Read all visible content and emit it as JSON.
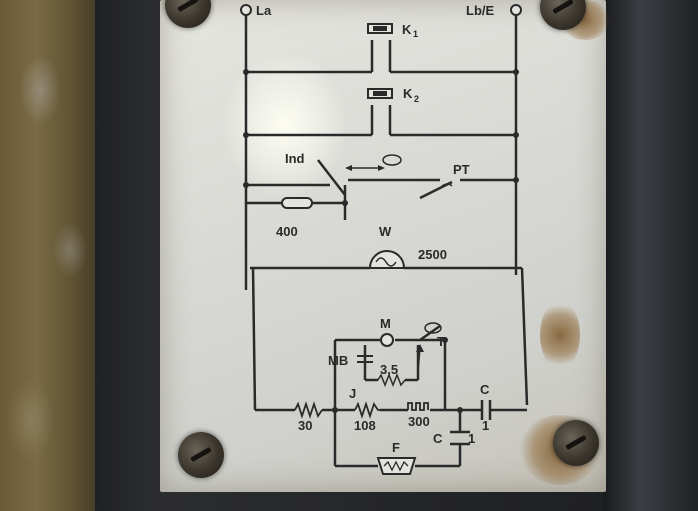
{
  "photo": {
    "subject": "",
    "terminals": {
      "left": "La",
      "right": "Lb/E"
    },
    "components": {
      "k1": {
        "letter": "K",
        "sub": "1"
      },
      "k2": {
        "letter": "K",
        "sub": "2"
      },
      "ind": "Ind",
      "pt": "PT",
      "r400": "400",
      "w": "W",
      "r2500": "2500",
      "m": "M",
      "mb": "MB",
      "t": "T",
      "r35": "3,5",
      "j": "J",
      "c_top": "C",
      "c_top_val": "1",
      "r30": "30",
      "r108": "108",
      "r300": "300",
      "f": "F",
      "c_bottom": "C",
      "c_bottom_val": "1"
    },
    "colors": {
      "plate": "#dcdcd6",
      "ink": "#2a2a2a",
      "frame": "#1f2022",
      "rust": "#8a6a3a"
    }
  }
}
